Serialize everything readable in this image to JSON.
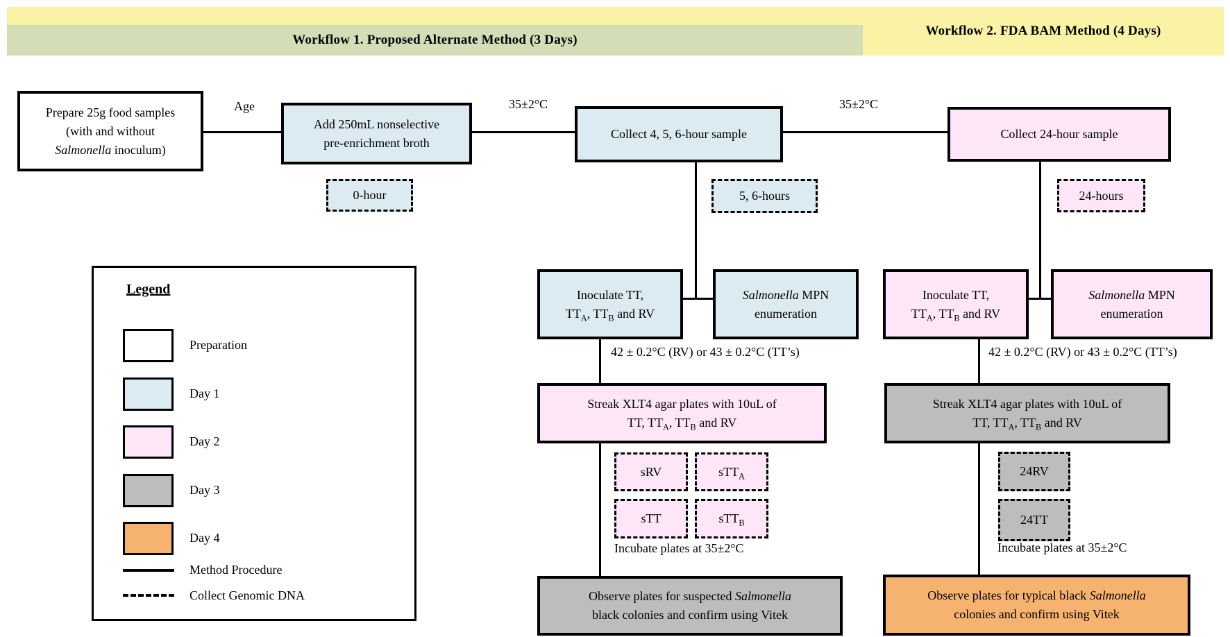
{
  "header": {
    "workflow1_title": "Workflow 1. Proposed Alternate Method (3 Days)",
    "workflow2_title": "Workflow 2. FDA BAM Method (4 Days)"
  },
  "colors": {
    "header_yellow": "#faf3a6",
    "header_green": "#d3deb7",
    "day1_blue": "#dcebf2",
    "day2_pink": "#fce6f8",
    "day3_gray": "#bdbdbd",
    "day4_orange": "#f6b26f",
    "preparation_white": "#ffffff"
  },
  "prep": {
    "box_line1": "Prepare 25g food samples",
    "box_line2": "(with and without",
    "box_line3_italic": "Salmonella",
    "box_line3_rest": " inoculum)",
    "age_label": "Age",
    "broth_line1": "Add 250mL nonselective",
    "broth_line2": "pre-enrichment broth",
    "hour0_sample": "0-hour",
    "temp35_left": "35±2°C",
    "temp35_right": "35±2°C"
  },
  "wf1": {
    "collect": "Collect 4, 5, 6-hour sample",
    "samples": "5, 6-hours",
    "inoculate_line1": "Inoculate TT,",
    "inoculate_l2a": "TT",
    "inoculate_sub_a": "A",
    "inoculate_l2b": ", TT",
    "inoculate_sub_b": "B",
    "inoculate_l2c": " and RV",
    "mpn_italic": "Salmonella",
    "mpn_rest": " MPN",
    "mpn_line2": "enumeration",
    "temp42": "42 ± 0.2°C (RV) or 43 ± 0.2°C (TT’s)",
    "streak_line1": "Streak XLT4 agar plates with 10uL of",
    "streak_l2a": "TT, TT",
    "streak_sub_a": "A",
    "streak_l2b": ", TT",
    "streak_sub_b": "B",
    "streak_l2c": " and RV",
    "srv": "sRV",
    "stta_base": "sTT",
    "stta_sub": "A",
    "stt": "sTT",
    "sttb_base": "sTT",
    "sttb_sub": "B",
    "incubate": "Incubate plates at 35±2°C",
    "observe_line1_pre": "Observe plates for suspected ",
    "observe_line1_italic": "Salmonella",
    "observe_line2": "black colonies and confirm using Vitek"
  },
  "wf2": {
    "collect": "Collect 24-hour sample",
    "samples": "24-hours",
    "inoculate_line1": "Inoculate TT,",
    "inoculate_l2a": "TT",
    "inoculate_sub_a": "A",
    "inoculate_l2b": ", TT",
    "inoculate_sub_b": "B",
    "inoculate_l2c": " and RV",
    "mpn_italic": "Salmonella",
    "mpn_rest": " MPN",
    "mpn_line2": "enumeration",
    "temp42": "42 ± 0.2°C (RV) or 43 ± 0.2°C (TT’s)",
    "streak_line1": "Streak XLT4 agar plates with 10uL of",
    "streak_l2a": "TT, TT",
    "streak_sub_a": "A",
    "streak_l2b": ", TT",
    "streak_sub_b": "B",
    "streak_l2c": " and RV",
    "rv24": "24RV",
    "tt24": "24TT",
    "incubate": "Incubate plates at 35±2°C",
    "observe_line1_pre": "Observe plates for typical black ",
    "observe_line1_italic": "Salmonella",
    "observe_line2": "colonies and confirm using Vitek"
  },
  "legend": {
    "title": "Legend",
    "items": [
      {
        "label": "Preparation",
        "color": "#ffffff"
      },
      {
        "label": "Day 1",
        "color": "#dcebf2"
      },
      {
        "label": "Day 2",
        "color": "#fce6f8"
      },
      {
        "label": "Day 3",
        "color": "#bdbdbd"
      },
      {
        "label": "Day 4",
        "color": "#f6b26f"
      }
    ],
    "method_line_label": "Method Procedure",
    "dna_line_label": "Collect Genomic DNA"
  }
}
